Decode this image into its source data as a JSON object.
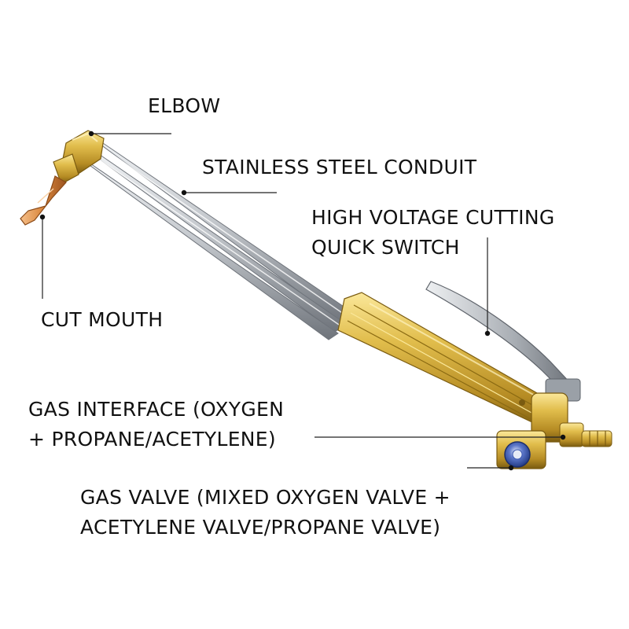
{
  "colors": {
    "brass": "#c9a22f",
    "brass_light": "#f4dc7c",
    "brass_dark": "#8a6a12",
    "copper_tip": "#d88a3e",
    "steel": "#c8ccd0",
    "steel_dark": "#7a7f86",
    "valve_blue": "#3a57b0",
    "leader_line": "#222222"
  },
  "labels": {
    "elbow": "ELBOW",
    "conduit": "STAINLESS STEEL CONDUIT",
    "switch_line1": "HIGH VOLTAGE CUTTING",
    "switch_line2": "QUICK SWITCH",
    "cut_mouth": "CUT MOUTH",
    "gas_interface_line1": "GAS INTERFACE (OXYGEN",
    "gas_interface_line2": "+ PROPANE/ACETYLENE)",
    "gas_valve_line1": "GAS VALVE (MIXED OXYGEN VALVE +",
    "gas_valve_line2": "ACETYLENE VALVE/PROPANE VALVE)"
  }
}
